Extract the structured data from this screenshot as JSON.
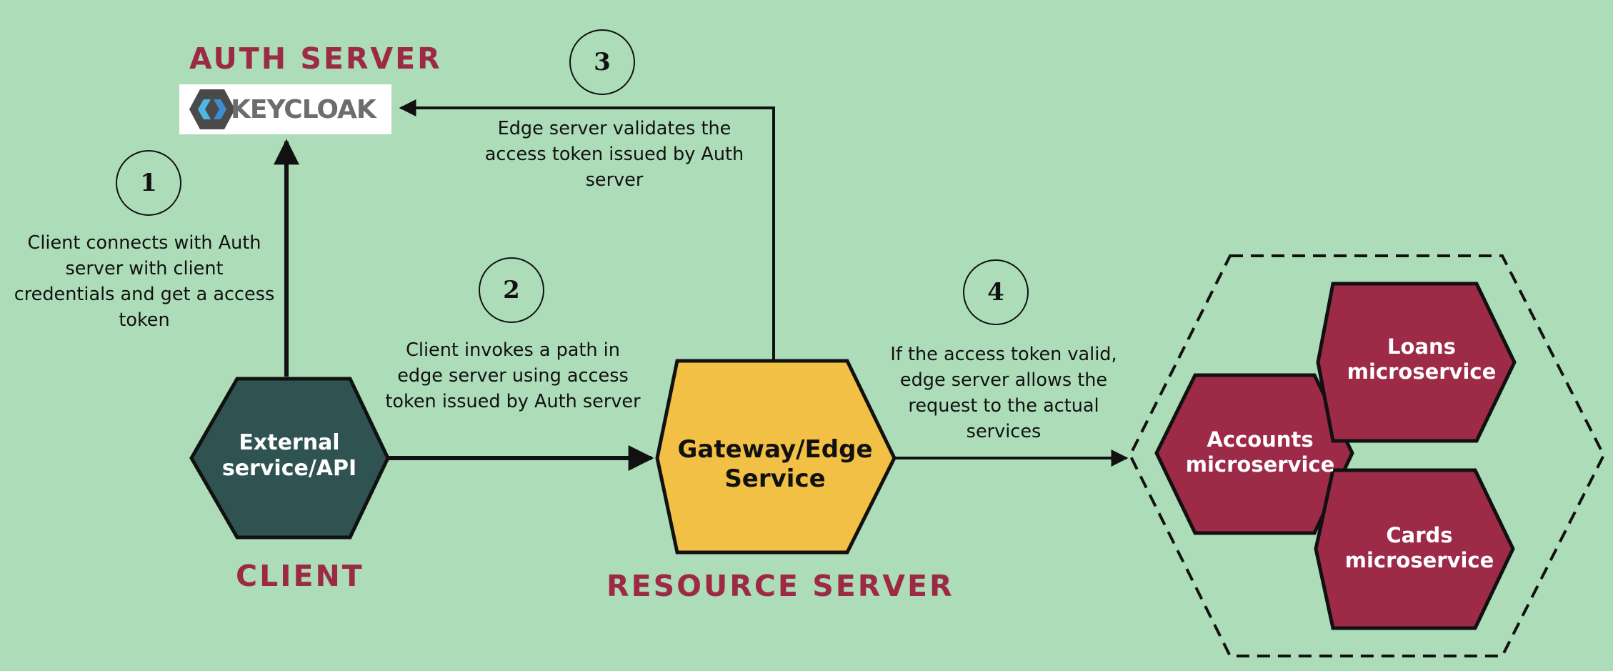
{
  "titles": {
    "auth_server": "AUTH SERVER",
    "client": "CLIENT",
    "resource_server": "RESOURCE SERVER"
  },
  "logo": {
    "text": "KEYCLOAK",
    "icon": "keycloak-logo-icon"
  },
  "nodes": {
    "client": {
      "line1": "External",
      "line2": "service/API",
      "color": "#2f5350"
    },
    "gateway": {
      "line1": "Gateway/Edge",
      "line2": "Service",
      "color": "#f2c045"
    },
    "accounts": {
      "line1": "Accounts",
      "line2": "microservice",
      "color": "#9d2a46"
    },
    "loans": {
      "line1": "Loans",
      "line2": "microservice",
      "color": "#9d2a46"
    },
    "cards": {
      "line1": "Cards",
      "line2": "microservice",
      "color": "#9d2a46"
    }
  },
  "steps": [
    {
      "number": "1",
      "lines": [
        "Client connects with Auth",
        "server with client",
        "credentials and get a access",
        "token"
      ]
    },
    {
      "number": "2",
      "lines": [
        "Client invokes a path in",
        "edge server using access",
        "token issued by Auth server"
      ]
    },
    {
      "number": "3",
      "lines": [
        "Edge server validates the",
        "access token issued by Auth",
        "server"
      ]
    },
    {
      "number": "4",
      "lines": [
        "If the access token valid,",
        "edge server allows the",
        "request to the actual",
        "services"
      ]
    }
  ],
  "colors": {
    "background": "#addcb9",
    "accent": "#9c2a44",
    "stroke": "#111111"
  }
}
